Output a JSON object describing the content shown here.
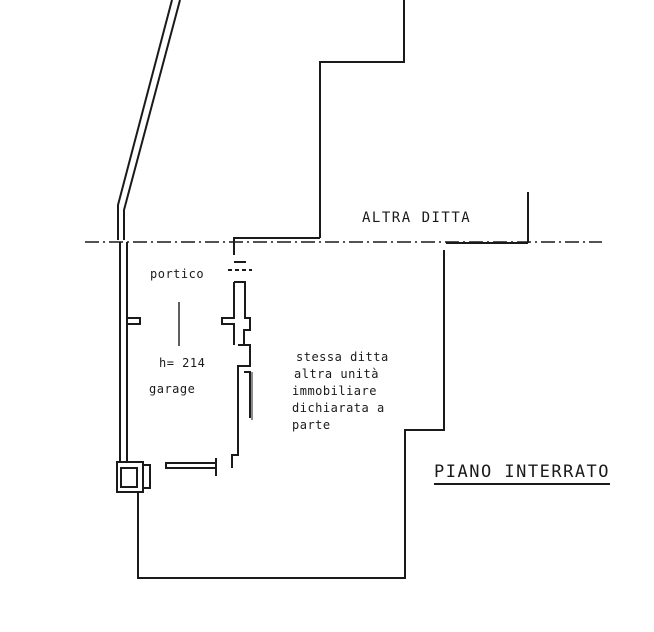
{
  "labels": {
    "neighbor": "ALTRA DITTA",
    "portico": "portico",
    "height": "h= 214",
    "garage": "garage",
    "other_unit": [
      "stessa ditta",
      "altra unità",
      "immobiliare",
      "dichiarata a",
      "parte"
    ],
    "floor_title": "PIANO INTERRATO"
  },
  "colors": {
    "ink": "#1a1a1a",
    "paper": "#ffffff"
  }
}
